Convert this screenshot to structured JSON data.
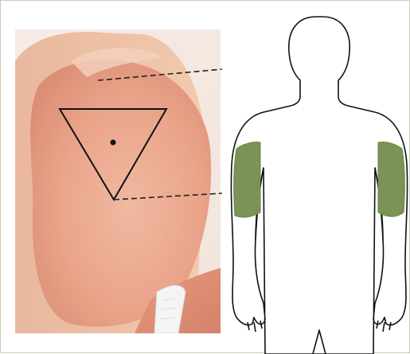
{
  "figure": {
    "photo": {
      "subject": "upper-arm-injection-site-photo",
      "skin_light": "#f2c9b0",
      "skin_mid": "#e8a88e",
      "skin_dark": "#d98e79",
      "marker_color": "#111111"
    },
    "body_outline": {
      "stroke_color": "#111111",
      "fill_color": "#ffffff"
    },
    "highlight": {
      "region": "back-of-upper-arms",
      "color": "#7a9457"
    },
    "leader_lines": {
      "style": "dashed",
      "color": "#222222"
    }
  }
}
